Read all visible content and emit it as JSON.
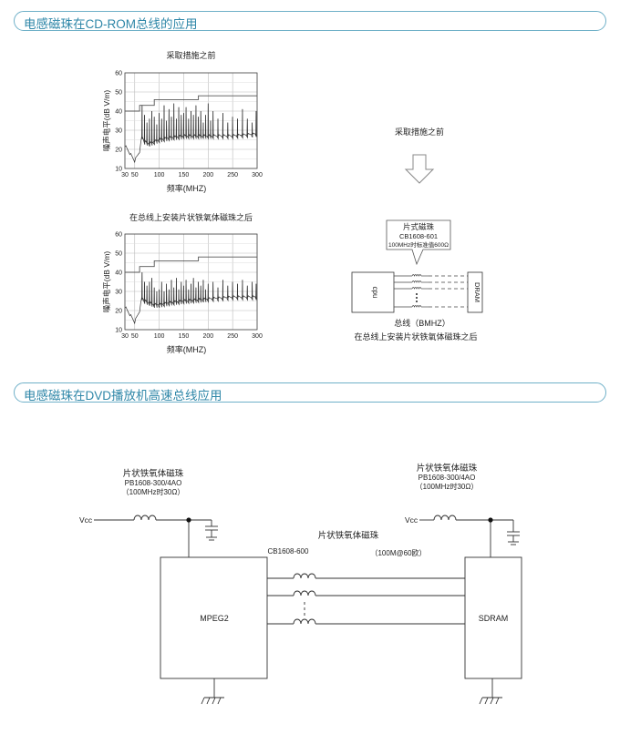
{
  "section1": {
    "title": "电感磁珠在CD-ROM总线的应用"
  },
  "section2": {
    "title": "电感磁珠在DVD播放机高速总线应用"
  },
  "chart_data": [
    {
      "type": "line",
      "title": "采取措施之前",
      "xlabel": "频率(MHZ)",
      "ylabel": "噪声电平(dB V/m)",
      "xlim": [
        30,
        300
      ],
      "ylim": [
        10,
        60
      ],
      "xticks": [
        "30",
        "50",
        "100",
        "150",
        "200",
        "250",
        "300"
      ],
      "yticks": [
        "10",
        "20",
        "30",
        "40",
        "50",
        "60"
      ],
      "grid": true,
      "limit_line": {
        "x": [
          30,
          60,
          60,
          90,
          90,
          180,
          180,
          300
        ],
        "y": [
          40,
          40,
          43,
          43,
          46,
          46,
          48,
          48
        ]
      },
      "baseline": {
        "x": [
          30,
          40,
          50,
          60,
          65,
          70,
          80,
          90,
          100,
          120,
          150,
          200,
          250,
          300
        ],
        "y": [
          22,
          18,
          14,
          19,
          27,
          24,
          23,
          24,
          25,
          26,
          27,
          27,
          27,
          28
        ]
      },
      "peaks": [
        {
          "x": 65,
          "y": 43
        },
        {
          "x": 70,
          "y": 38
        },
        {
          "x": 75,
          "y": 34
        },
        {
          "x": 80,
          "y": 36
        },
        {
          "x": 85,
          "y": 40
        },
        {
          "x": 90,
          "y": 37
        },
        {
          "x": 95,
          "y": 33
        },
        {
          "x": 100,
          "y": 39
        },
        {
          "x": 105,
          "y": 36
        },
        {
          "x": 110,
          "y": 43
        },
        {
          "x": 115,
          "y": 35
        },
        {
          "x": 120,
          "y": 41
        },
        {
          "x": 125,
          "y": 37
        },
        {
          "x": 130,
          "y": 44
        },
        {
          "x": 135,
          "y": 36
        },
        {
          "x": 140,
          "y": 42
        },
        {
          "x": 145,
          "y": 38
        },
        {
          "x": 150,
          "y": 39
        },
        {
          "x": 155,
          "y": 42
        },
        {
          "x": 160,
          "y": 36
        },
        {
          "x": 165,
          "y": 40
        },
        {
          "x": 170,
          "y": 38
        },
        {
          "x": 175,
          "y": 43
        },
        {
          "x": 180,
          "y": 37
        },
        {
          "x": 185,
          "y": 40
        },
        {
          "x": 190,
          "y": 34
        },
        {
          "x": 195,
          "y": 38
        },
        {
          "x": 200,
          "y": 44
        },
        {
          "x": 205,
          "y": 35
        },
        {
          "x": 210,
          "y": 40
        },
        {
          "x": 220,
          "y": 36
        },
        {
          "x": 230,
          "y": 39
        },
        {
          "x": 240,
          "y": 34
        },
        {
          "x": 250,
          "y": 37
        },
        {
          "x": 260,
          "y": 36
        },
        {
          "x": 270,
          "y": 41
        },
        {
          "x": 280,
          "y": 36
        },
        {
          "x": 290,
          "y": 34
        },
        {
          "x": 298,
          "y": 40
        }
      ]
    },
    {
      "type": "line",
      "title": "在总线上安装片状铁氧体磁珠之后",
      "xlabel": "频率(MHZ)",
      "ylabel": "噪声电平(dB V/m)",
      "xlim": [
        30,
        300
      ],
      "ylim": [
        10,
        60
      ],
      "xticks": [
        "30",
        "50",
        "100",
        "150",
        "200",
        "250",
        "300"
      ],
      "yticks": [
        "10",
        "20",
        "30",
        "40",
        "50",
        "60"
      ],
      "grid": true,
      "limit_line": {
        "x": [
          30,
          60,
          60,
          90,
          90,
          180,
          180,
          300
        ],
        "y": [
          40,
          40,
          43,
          43,
          46,
          46,
          48,
          48
        ]
      },
      "baseline": {
        "x": [
          30,
          40,
          50,
          60,
          65,
          70,
          80,
          90,
          100,
          120,
          150,
          200,
          250,
          300
        ],
        "y": [
          22,
          18,
          14,
          20,
          27,
          25,
          24,
          23,
          23,
          24,
          25,
          26,
          27,
          27
        ]
      },
      "peaks": [
        {
          "x": 65,
          "y": 40
        },
        {
          "x": 70,
          "y": 35
        },
        {
          "x": 75,
          "y": 33
        },
        {
          "x": 80,
          "y": 35
        },
        {
          "x": 85,
          "y": 37
        },
        {
          "x": 90,
          "y": 32
        },
        {
          "x": 95,
          "y": 30
        },
        {
          "x": 100,
          "y": 31
        },
        {
          "x": 105,
          "y": 35
        },
        {
          "x": 110,
          "y": 30
        },
        {
          "x": 115,
          "y": 34
        },
        {
          "x": 120,
          "y": 31
        },
        {
          "x": 125,
          "y": 36
        },
        {
          "x": 130,
          "y": 32
        },
        {
          "x": 135,
          "y": 37
        },
        {
          "x": 140,
          "y": 31
        },
        {
          "x": 145,
          "y": 35
        },
        {
          "x": 150,
          "y": 33
        },
        {
          "x": 155,
          "y": 36
        },
        {
          "x": 160,
          "y": 31
        },
        {
          "x": 165,
          "y": 34
        },
        {
          "x": 170,
          "y": 37
        },
        {
          "x": 175,
          "y": 32
        },
        {
          "x": 180,
          "y": 35
        },
        {
          "x": 185,
          "y": 33
        },
        {
          "x": 190,
          "y": 36
        },
        {
          "x": 195,
          "y": 31
        },
        {
          "x": 200,
          "y": 34
        },
        {
          "x": 210,
          "y": 35
        },
        {
          "x": 220,
          "y": 32
        },
        {
          "x": 230,
          "y": 36
        },
        {
          "x": 240,
          "y": 33
        },
        {
          "x": 250,
          "y": 35
        },
        {
          "x": 260,
          "y": 34
        },
        {
          "x": 270,
          "y": 36
        },
        {
          "x": 280,
          "y": 33
        },
        {
          "x": 290,
          "y": 35
        },
        {
          "x": 298,
          "y": 34
        }
      ]
    }
  ],
  "diagram1": {
    "before_label": "采取措施之前",
    "bead_title": "片式磁珠",
    "bead_part": "CB1608-601",
    "bead_spec": "100MHz时标准值600Ω",
    "cpu_label": "cpu",
    "dram_label": "DRAM",
    "bus_label": "总线（BMHZ）",
    "after_label": "在总线上安装片状铁氧体磁珠之后"
  },
  "diagram2": {
    "left_bead_title": "片状铁氧体磁珠",
    "left_bead_part": "PB1608-300/4AO",
    "left_bead_spec": "（100MHz时30Ω）",
    "right_bead_title": "片状铁氧体磁珠",
    "right_bead_part": "PB1608-300/4AO",
    "right_bead_spec": "（100MHz时30Ω）",
    "vcc_left": "Vcc",
    "vcc_right": "Vcc",
    "bus_bead_title": "片状铁氧体磁珠",
    "bus_bead_part": "CB1608-600",
    "bus_bead_spec": "（100M@60欧）",
    "mpeg_label": "MPEG2",
    "sdram_label": "SDRAM"
  }
}
